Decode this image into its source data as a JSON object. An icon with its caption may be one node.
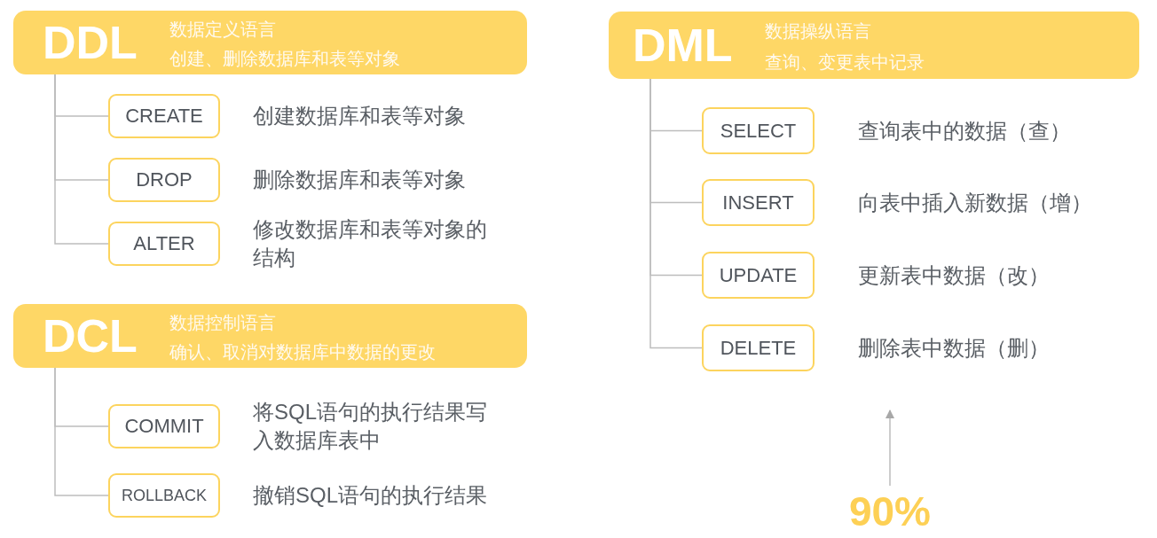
{
  "diagram": {
    "nodes": [
      {
        "text": [
          "DDL",
          "数据定义语言",
          "创建、删除数据库和表等对象"
        ]
      },
      {
        "text": [
          "CREATE"
        ],
        "beside": [
          "创建数据库和表等对象"
        ]
      },
      {
        "text": [
          "DROP"
        ],
        "beside": [
          "删除数据库和表等对象"
        ]
      },
      {
        "text": [
          "ALTER"
        ],
        "beside": [
          "修改数据库和表等对象的结构"
        ]
      },
      {
        "text": [
          "DCL",
          "数据控制语言",
          "确认、取消对数据库中数据的更改"
        ]
      },
      {
        "text": [
          "COMMIT"
        ],
        "beside": [
          "将SQL语句的执行结果写入数据库表中"
        ]
      },
      {
        "text": [
          "ROLLBACK"
        ],
        "beside": [
          "撤销SQL语句的执行结果"
        ]
      },
      {
        "text": [
          "DML",
          "数据操纵语言",
          "查询、变更表中记录"
        ]
      },
      {
        "text": [
          "SELECT"
        ],
        "beside": [
          "查询表中的数据（查）"
        ]
      },
      {
        "text": [
          "INSERT"
        ],
        "beside": [
          "向表中插入新数据（增）"
        ]
      },
      {
        "text": [
          "UPDATE"
        ],
        "beside": [
          "更新表中数据（改）"
        ]
      },
      {
        "text": [
          "DELETE"
        ],
        "beside": [
          "删除表中数据（删）"
        ]
      },
      {
        "text": [
          "90%"
        ]
      }
    ],
    "edges": [
      {
        "from": 0,
        "to": 1,
        "arrow": "none"
      },
      {
        "from": 0,
        "to": 2,
        "arrow": "none"
      },
      {
        "from": 0,
        "to": 3,
        "arrow": "none"
      },
      {
        "from": 4,
        "to": 5,
        "arrow": "none"
      },
      {
        "from": 4,
        "to": 6,
        "arrow": "none"
      },
      {
        "from": 7,
        "to": 8,
        "arrow": "none"
      },
      {
        "from": 7,
        "to": 9,
        "arrow": "none"
      },
      {
        "from": 7,
        "to": 10,
        "arrow": "none"
      },
      {
        "from": 7,
        "to": 11,
        "arrow": "none"
      },
      {
        "from": 12,
        "to": null,
        "arrow": "to"
      }
    ]
  }
}
